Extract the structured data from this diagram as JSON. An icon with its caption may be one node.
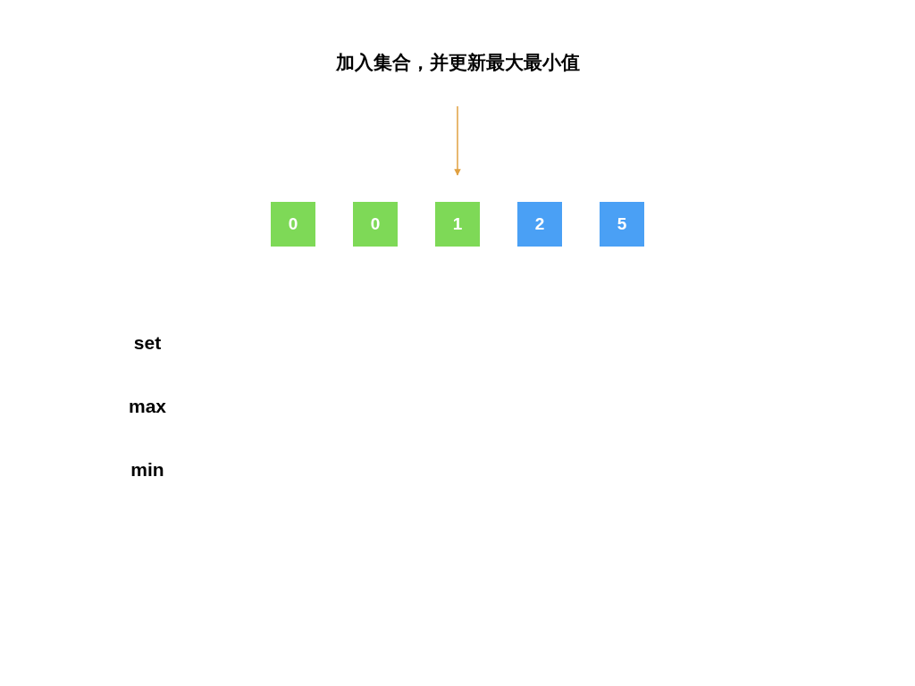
{
  "diagram": {
    "title": "加入集合，并更新最大最小值",
    "nodes": [
      {
        "text": [
          "0"
        ]
      },
      {
        "text": [
          "0"
        ]
      },
      {
        "text": [
          "1"
        ]
      },
      {
        "text": [
          "2"
        ]
      },
      {
        "text": [
          "5"
        ]
      }
    ],
    "edges": [
      {
        "from": null,
        "to": 2,
        "arrow": "to"
      }
    ],
    "labels": [
      "set",
      "max",
      "min"
    ]
  }
}
